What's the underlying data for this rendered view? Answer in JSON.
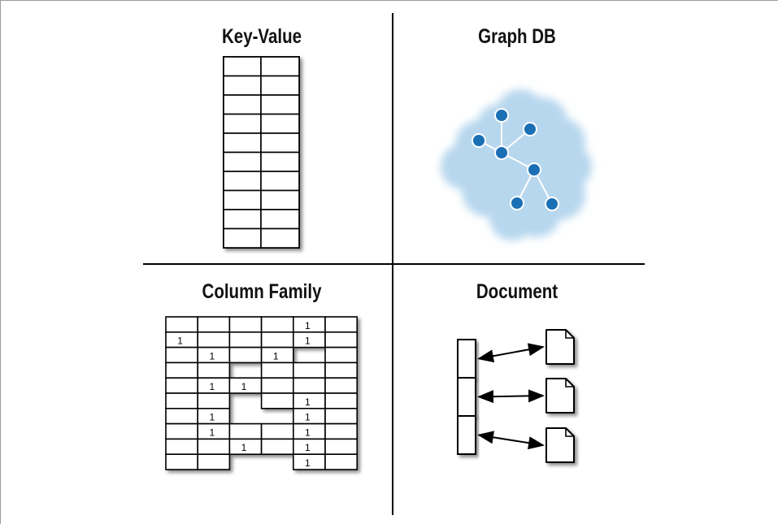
{
  "quadrants": {
    "key_value": {
      "title": "Key-Value",
      "rows": 10,
      "columns": 2
    },
    "graph_db": {
      "title": "Graph DB"
    },
    "column_family": {
      "title": "Column Family",
      "rows": 10,
      "columns": 6,
      "cell_values": [
        {
          "row": 0,
          "col": 4,
          "value": "1"
        },
        {
          "row": 1,
          "col": 0,
          "value": "1"
        },
        {
          "row": 1,
          "col": 4,
          "value": "1"
        },
        {
          "row": 2,
          "col": 1,
          "value": "1"
        },
        {
          "row": 2,
          "col": 3,
          "value": "1"
        },
        {
          "row": 4,
          "col": 1,
          "value": "1"
        },
        {
          "row": 4,
          "col": 2,
          "value": "1"
        },
        {
          "row": 5,
          "col": 4,
          "value": "1"
        },
        {
          "row": 6,
          "col": 1,
          "value": "1"
        },
        {
          "row": 6,
          "col": 4,
          "value": "1"
        },
        {
          "row": 7,
          "col": 1,
          "value": "1"
        },
        {
          "row": 7,
          "col": 4,
          "value": "1"
        },
        {
          "row": 8,
          "col": 2,
          "value": "1"
        },
        {
          "row": 8,
          "col": 4,
          "value": "1"
        },
        {
          "row": 9,
          "col": 4,
          "value": "1"
        }
      ],
      "missing_cells": [
        {
          "row": 2,
          "col": 4
        },
        {
          "row": 3,
          "col": 2
        },
        {
          "row": 5,
          "col": 2
        },
        {
          "row": 6,
          "col": 2
        },
        {
          "row": 6,
          "col": 3
        },
        {
          "row": 9,
          "col": 2
        },
        {
          "row": 9,
          "col": 3
        }
      ]
    },
    "document": {
      "title": "Document",
      "slots": 3,
      "documents": 3
    }
  },
  "colors": {
    "cloud": "#b7d7ee",
    "node": "#1b6fb5",
    "edge": "#ffffff",
    "line": "#000000"
  }
}
